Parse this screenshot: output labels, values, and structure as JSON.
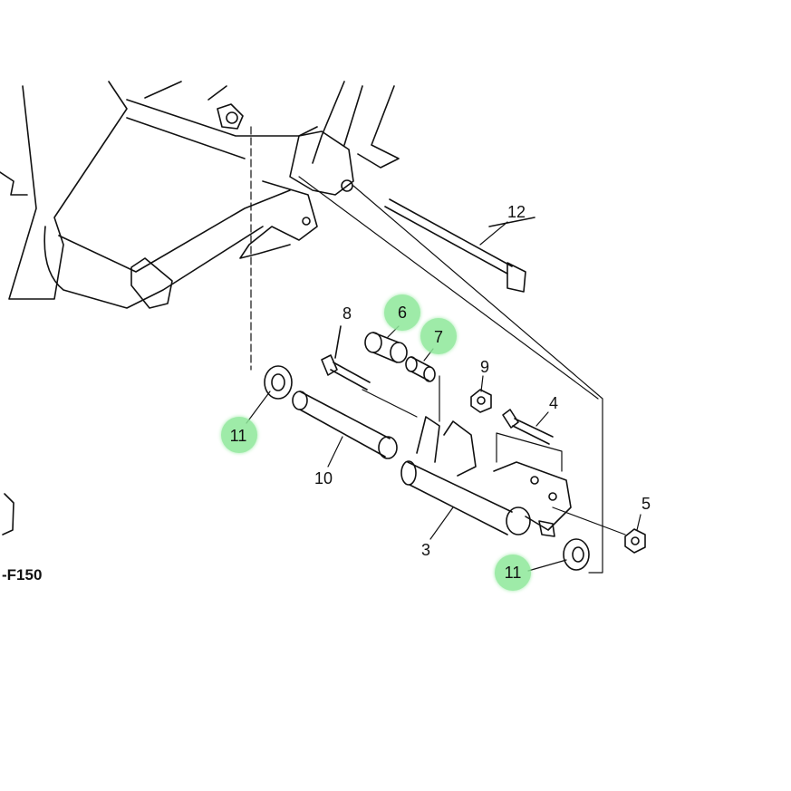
{
  "diagram": {
    "code": "-F150",
    "highlight_color": "#8ee89a",
    "parts": [
      {
        "id": "p12",
        "label": "12",
        "highlighted": false
      },
      {
        "id": "p8",
        "label": "8",
        "highlighted": false
      },
      {
        "id": "p6",
        "label": "6",
        "highlighted": true
      },
      {
        "id": "p7",
        "label": "7",
        "highlighted": true
      },
      {
        "id": "p9",
        "label": "9",
        "highlighted": false
      },
      {
        "id": "p4",
        "label": "4",
        "highlighted": false
      },
      {
        "id": "p11a",
        "label": "11",
        "highlighted": true
      },
      {
        "id": "p10",
        "label": "10",
        "highlighted": false
      },
      {
        "id": "p5",
        "label": "5",
        "highlighted": false
      },
      {
        "id": "p3",
        "label": "3",
        "highlighted": false
      },
      {
        "id": "p11b",
        "label": "11",
        "highlighted": true
      }
    ]
  }
}
